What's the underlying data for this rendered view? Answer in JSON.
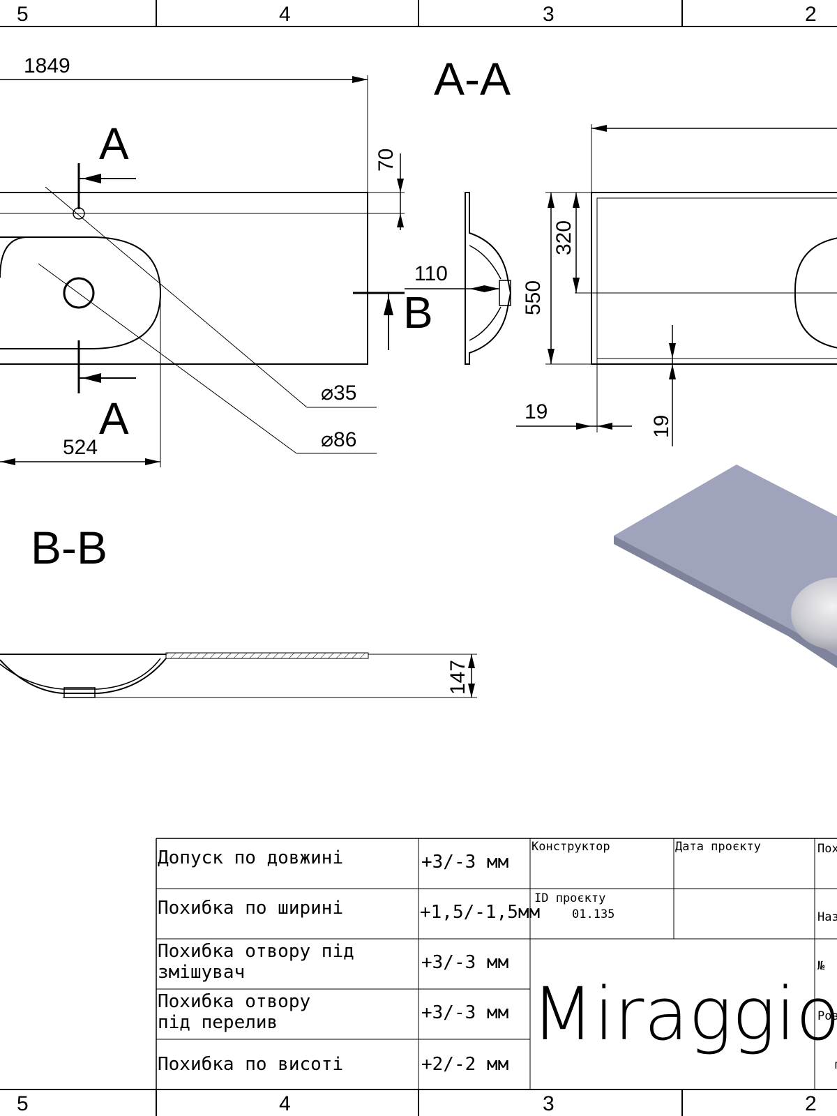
{
  "zones": {
    "top": [
      "5",
      "4",
      "3",
      "2"
    ],
    "bottom": [
      "5",
      "4",
      "3",
      "2"
    ]
  },
  "sections": {
    "aa": "A-A",
    "bb": "B-B",
    "a_mark": "A",
    "b_mark": "B"
  },
  "dimensions": {
    "length": "1849",
    "top_offset": "70",
    "depth": "110",
    "width": "550",
    "bowl_center": "320",
    "bowl_length": "524",
    "drain_diameter": "⌀35",
    "bowl_diameter": "⌀86",
    "rim_x": "19",
    "rim_y": "19",
    "height": "147"
  },
  "title_block": {
    "tolerances": [
      {
        "label": "Допуск по довжині",
        "value": "+3/-3 мм"
      },
      {
        "label": "Похибка по ширині",
        "value": "+1,5/-1,5мм"
      },
      {
        "label": "Похибка отвору під\nзмішувач",
        "value": "+3/-3 мм"
      },
      {
        "label": "Похибка отвору\nпід перелив",
        "value": "+3/-3 мм"
      },
      {
        "label": "Похибка по висоті",
        "value": "+2/-2 мм"
      }
    ],
    "designer_label": "Конструктор",
    "project_date_label": "Дата проєкту",
    "project_id_label": "ID проєкту",
    "project_id": "01.135",
    "right_col": [
      "Пох",
      "Наз",
      "№",
      "Роз",
      "п"
    ],
    "brand": "Miraggio"
  }
}
